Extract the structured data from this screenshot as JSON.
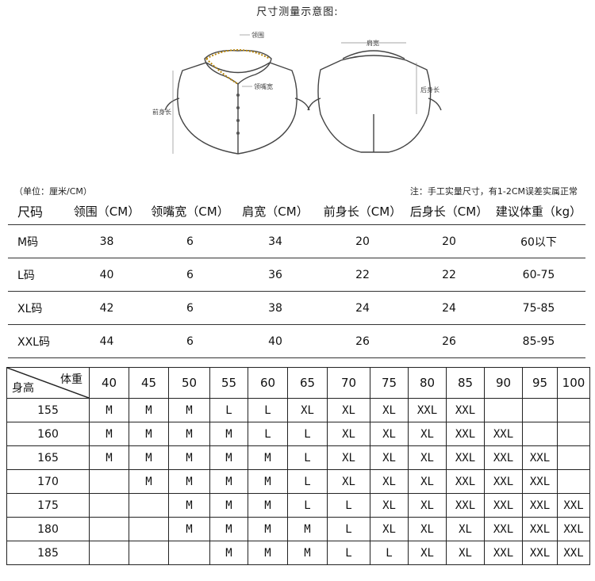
{
  "title": "尺寸测量示意图:",
  "diagram": {
    "label_collar": "领围",
    "label_collar_tip": "领嘴宽",
    "label_front_length": "前身长",
    "label_shoulder": "肩宽",
    "label_back_length": "后身长"
  },
  "unit_note": "（单位：厘米/CM）",
  "note": "注：手工实量尺寸，有1-2CM误差实属正常",
  "size_table": {
    "headers": [
      "尺码",
      "领围（CM）",
      "领嘴宽（CM）",
      "肩宽（CM）",
      "前身长（CM）",
      "后身长（CM）",
      "建议体重（kg）"
    ],
    "rows": [
      [
        "M码",
        "38",
        "6",
        "34",
        "20",
        "20",
        "60以下"
      ],
      [
        "L码",
        "40",
        "6",
        "36",
        "22",
        "22",
        "60-75"
      ],
      [
        "XL码",
        "42",
        "6",
        "38",
        "24",
        "24",
        "75-85"
      ],
      [
        "XXL码",
        "44",
        "6",
        "40",
        "26",
        "26",
        "85-95"
      ]
    ]
  },
  "fit_table": {
    "corner_weight": "体重",
    "corner_height": "身高",
    "weights": [
      "40",
      "45",
      "50",
      "55",
      "60",
      "65",
      "70",
      "75",
      "80",
      "85",
      "90",
      "95",
      "100"
    ],
    "rows": [
      {
        "height": "155",
        "cells": [
          "M",
          "M",
          "M",
          "L",
          "L",
          "XL",
          "XL",
          "XL",
          "XXL",
          "XXL",
          "",
          "",
          ""
        ]
      },
      {
        "height": "160",
        "cells": [
          "M",
          "M",
          "M",
          "M",
          "L",
          "L",
          "XL",
          "XL",
          "XL",
          "XXL",
          "XXL",
          "",
          ""
        ]
      },
      {
        "height": "165",
        "cells": [
          "M",
          "M",
          "M",
          "M",
          "M",
          "L",
          "XL",
          "XL",
          "XL",
          "XXL",
          "XXL",
          "XXL",
          ""
        ]
      },
      {
        "height": "170",
        "cells": [
          "",
          "M",
          "M",
          "M",
          "M",
          "L",
          "XL",
          "XL",
          "XL",
          "XXL",
          "XXL",
          "XXL",
          ""
        ]
      },
      {
        "height": "175",
        "cells": [
          "",
          "",
          "M",
          "M",
          "M",
          "L",
          "L",
          "XL",
          "XL",
          "XXL",
          "XXL",
          "XXL",
          "XXL"
        ]
      },
      {
        "height": "180",
        "cells": [
          "",
          "",
          "M",
          "M",
          "M",
          "M",
          "L",
          "XL",
          "XL",
          "XL",
          "XXL",
          "XXL",
          "XXL"
        ]
      },
      {
        "height": "185",
        "cells": [
          "",
          "",
          "",
          "M",
          "M",
          "M",
          "L",
          "L",
          "XL",
          "XL",
          "XXL",
          "XXL",
          "XXL"
        ]
      }
    ]
  }
}
